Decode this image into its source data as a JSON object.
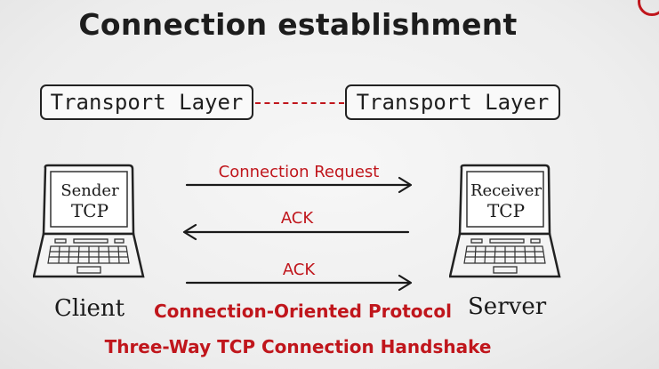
{
  "title": "Connection establishment",
  "layers": {
    "left": "Transport Layer",
    "right": "Transport Layer"
  },
  "client": {
    "screen_line1": "Sender",
    "screen_line2": "TCP",
    "caption": "Client"
  },
  "server": {
    "screen_line1": "Receiver",
    "screen_line2": "TCP",
    "caption": "Server"
  },
  "messages": [
    {
      "label": "Connection Request",
      "direction": "client-to-server"
    },
    {
      "label": "ACK",
      "direction": "server-to-client"
    },
    {
      "label": "ACK",
      "direction": "client-to-server"
    }
  ],
  "protocol_label": "Connection-Oriented Protocol",
  "handshake_label": "Three-Way TCP Connection Handshake",
  "colors": {
    "accent": "#c0161c",
    "ink": "#1d1d1d"
  }
}
